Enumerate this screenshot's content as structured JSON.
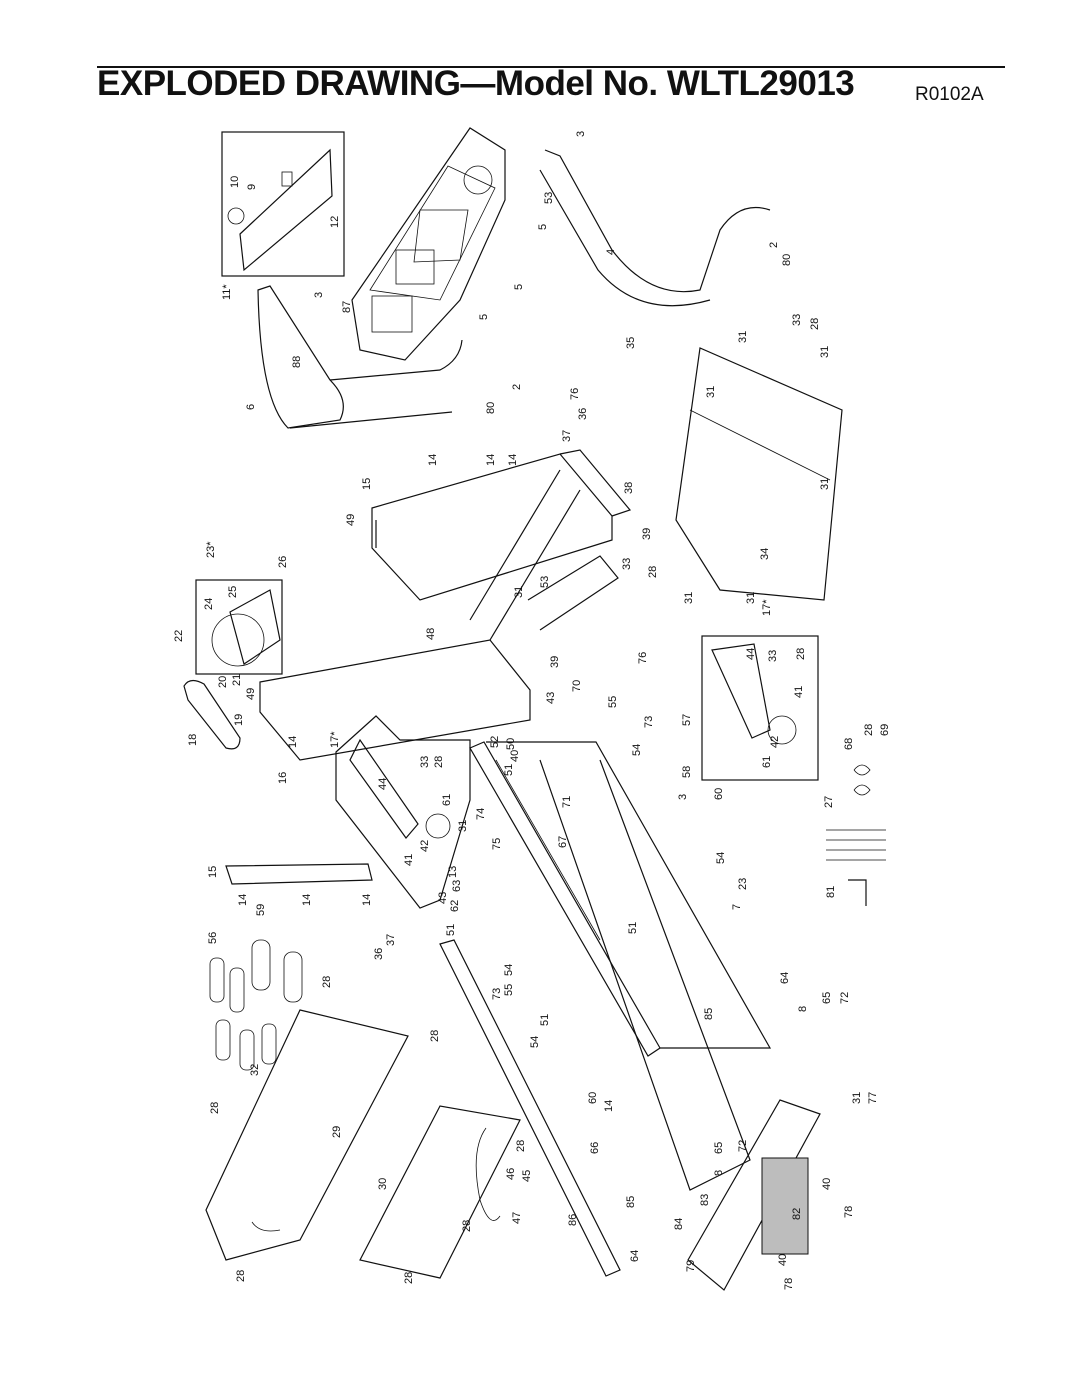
{
  "header": {
    "title": "EXPLODED DRAWING—Model No. WLTL29013",
    "code": "R0102A"
  },
  "callouts": [
    {
      "id": "c1",
      "text": "3"
    },
    {
      "id": "c2",
      "text": "53"
    },
    {
      "id": "c3",
      "text": "5"
    },
    {
      "id": "c4",
      "text": "4"
    },
    {
      "id": "c5",
      "text": "10"
    },
    {
      "id": "c6",
      "text": "9"
    },
    {
      "id": "c7",
      "text": "12"
    },
    {
      "id": "c8",
      "text": "5"
    },
    {
      "id": "c9",
      "text": "11*"
    },
    {
      "id": "c10",
      "text": "3"
    },
    {
      "id": "c11",
      "text": "87"
    },
    {
      "id": "c12",
      "text": "5"
    },
    {
      "id": "c13",
      "text": "2"
    },
    {
      "id": "c14",
      "text": "80"
    },
    {
      "id": "c15",
      "text": "88"
    },
    {
      "id": "c16",
      "text": "33"
    },
    {
      "id": "c17",
      "text": "31"
    },
    {
      "id": "c18",
      "text": "28"
    },
    {
      "id": "c19",
      "text": "35"
    },
    {
      "id": "c20",
      "text": "31"
    },
    {
      "id": "c21",
      "text": "6"
    },
    {
      "id": "c22",
      "text": "2"
    },
    {
      "id": "c23",
      "text": "80"
    },
    {
      "id": "c24",
      "text": "76"
    },
    {
      "id": "c25",
      "text": "36"
    },
    {
      "id": "c26",
      "text": "37"
    },
    {
      "id": "c27",
      "text": "31"
    },
    {
      "id": "c28",
      "text": "14"
    },
    {
      "id": "c29",
      "text": "14"
    },
    {
      "id": "c30",
      "text": "14"
    },
    {
      "id": "c31",
      "text": "15"
    },
    {
      "id": "c32",
      "text": "49"
    },
    {
      "id": "c33",
      "text": "38"
    },
    {
      "id": "c34",
      "text": "31"
    },
    {
      "id": "c35",
      "text": "23*"
    },
    {
      "id": "c36",
      "text": "26"
    },
    {
      "id": "c37",
      "text": "39"
    },
    {
      "id": "c38",
      "text": "34"
    },
    {
      "id": "c39",
      "text": "33"
    },
    {
      "id": "c40",
      "text": "28"
    },
    {
      "id": "c41",
      "text": "31"
    },
    {
      "id": "c42",
      "text": "53"
    },
    {
      "id": "c43",
      "text": "31"
    },
    {
      "id": "c44",
      "text": "31"
    },
    {
      "id": "c45",
      "text": "17*"
    },
    {
      "id": "c46",
      "text": "22"
    },
    {
      "id": "c47",
      "text": "24"
    },
    {
      "id": "c48",
      "text": "25"
    },
    {
      "id": "c49",
      "text": "48"
    },
    {
      "id": "c50",
      "text": "76"
    },
    {
      "id": "c51",
      "text": "44"
    },
    {
      "id": "c52",
      "text": "33"
    },
    {
      "id": "c53",
      "text": "28"
    },
    {
      "id": "c54",
      "text": "41"
    },
    {
      "id": "c55",
      "text": "20"
    },
    {
      "id": "c56",
      "text": "21"
    },
    {
      "id": "c57",
      "text": "49"
    },
    {
      "id": "c58",
      "text": "39"
    },
    {
      "id": "c59",
      "text": "70"
    },
    {
      "id": "c60",
      "text": "55"
    },
    {
      "id": "c61",
      "text": "57"
    },
    {
      "id": "c62",
      "text": "73"
    },
    {
      "id": "c63",
      "text": "43"
    },
    {
      "id": "c64",
      "text": "18"
    },
    {
      "id": "c65",
      "text": "19"
    },
    {
      "id": "c66",
      "text": "14"
    },
    {
      "id": "c67",
      "text": "17*"
    },
    {
      "id": "c68",
      "text": "52"
    },
    {
      "id": "c69",
      "text": "50"
    },
    {
      "id": "c70",
      "text": "40"
    },
    {
      "id": "c71",
      "text": "54"
    },
    {
      "id": "c72",
      "text": "42"
    },
    {
      "id": "c73",
      "text": "61"
    },
    {
      "id": "c74",
      "text": "68"
    },
    {
      "id": "c75",
      "text": "28"
    },
    {
      "id": "c76",
      "text": "69"
    },
    {
      "id": "c77",
      "text": "44"
    },
    {
      "id": "c78",
      "text": "33"
    },
    {
      "id": "c79",
      "text": "28"
    },
    {
      "id": "c80",
      "text": "51"
    },
    {
      "id": "c81",
      "text": "58"
    },
    {
      "id": "c82",
      "text": "3"
    },
    {
      "id": "c83",
      "text": "16"
    },
    {
      "id": "c84",
      "text": "61"
    },
    {
      "id": "c85",
      "text": "71"
    },
    {
      "id": "c86",
      "text": "27"
    },
    {
      "id": "c87",
      "text": "74"
    },
    {
      "id": "c88",
      "text": "31"
    },
    {
      "id": "c89",
      "text": "75"
    },
    {
      "id": "c90",
      "text": "60"
    },
    {
      "id": "c91",
      "text": "41"
    },
    {
      "id": "c92",
      "text": "42"
    },
    {
      "id": "c93",
      "text": "67"
    },
    {
      "id": "c94",
      "text": "13"
    },
    {
      "id": "c95",
      "text": "63"
    },
    {
      "id": "c96",
      "text": "54"
    },
    {
      "id": "c97",
      "text": "23"
    },
    {
      "id": "c98",
      "text": "15"
    },
    {
      "id": "c99",
      "text": "43"
    },
    {
      "id": "c100",
      "text": "62"
    },
    {
      "id": "c101",
      "text": "81"
    },
    {
      "id": "c102",
      "text": "14"
    },
    {
      "id": "c103",
      "text": "14"
    },
    {
      "id": "c104",
      "text": "14"
    },
    {
      "id": "c105",
      "text": "59"
    },
    {
      "id": "c106",
      "text": "7"
    },
    {
      "id": "c107",
      "text": "56"
    },
    {
      "id": "c108",
      "text": "37"
    },
    {
      "id": "c109",
      "text": "36"
    },
    {
      "id": "c110",
      "text": "51"
    },
    {
      "id": "c111",
      "text": "51"
    },
    {
      "id": "c112",
      "text": "54"
    },
    {
      "id": "c113",
      "text": "73"
    },
    {
      "id": "c114",
      "text": "55"
    },
    {
      "id": "c115",
      "text": "64"
    },
    {
      "id": "c116",
      "text": "28"
    },
    {
      "id": "c117",
      "text": "28"
    },
    {
      "id": "c118",
      "text": "8"
    },
    {
      "id": "c119",
      "text": "65"
    },
    {
      "id": "c120",
      "text": "72"
    },
    {
      "id": "c121",
      "text": "85"
    },
    {
      "id": "c122",
      "text": "54"
    },
    {
      "id": "c123",
      "text": "51"
    },
    {
      "id": "c124",
      "text": "32"
    },
    {
      "id": "c125",
      "text": "60"
    },
    {
      "id": "c126",
      "text": "14"
    },
    {
      "id": "c127",
      "text": "31"
    },
    {
      "id": "c128",
      "text": "77"
    },
    {
      "id": "c129",
      "text": "28"
    },
    {
      "id": "c130",
      "text": "29"
    },
    {
      "id": "c131",
      "text": "66"
    },
    {
      "id": "c132",
      "text": "65"
    },
    {
      "id": "c133",
      "text": "72"
    },
    {
      "id": "c134",
      "text": "46"
    },
    {
      "id": "c135",
      "text": "28"
    },
    {
      "id": "c136",
      "text": "45"
    },
    {
      "id": "c137",
      "text": "30"
    },
    {
      "id": "c138",
      "text": "40"
    },
    {
      "id": "c139",
      "text": "8"
    },
    {
      "id": "c140",
      "text": "83"
    },
    {
      "id": "c141",
      "text": "85"
    },
    {
      "id": "c142",
      "text": "82"
    },
    {
      "id": "c143",
      "text": "84"
    },
    {
      "id": "c144",
      "text": "78"
    },
    {
      "id": "c145",
      "text": "47"
    },
    {
      "id": "c146",
      "text": "28"
    },
    {
      "id": "c147",
      "text": "86"
    },
    {
      "id": "c148",
      "text": "64"
    },
    {
      "id": "c149",
      "text": "79"
    },
    {
      "id": "c150",
      "text": "40"
    },
    {
      "id": "c151",
      "text": "28"
    },
    {
      "id": "c152",
      "text": "28"
    },
    {
      "id": "c153",
      "text": "78"
    }
  ]
}
